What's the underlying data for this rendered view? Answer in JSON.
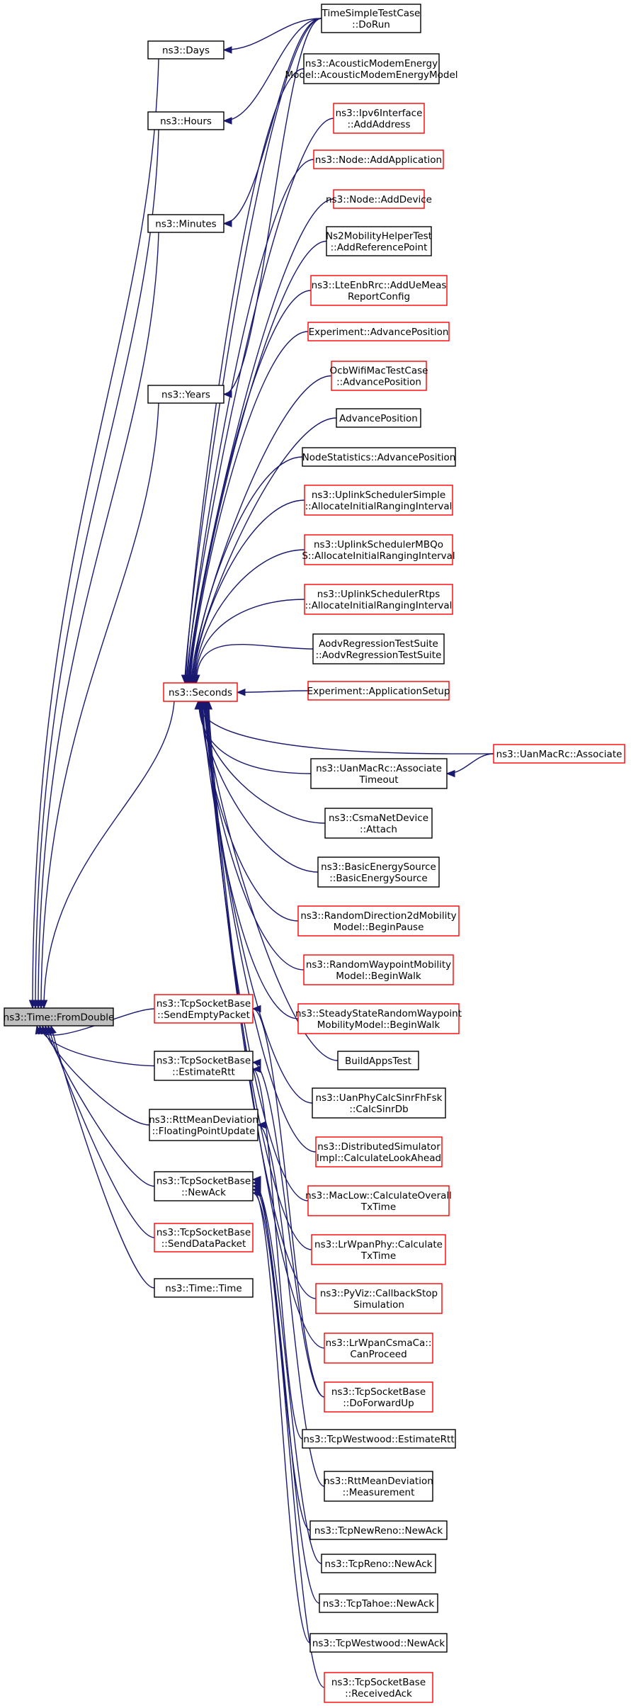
{
  "graph": {
    "edge_color": "#191970",
    "border_black": "#000000",
    "border_red": "#ff0000",
    "root_fill": "#bfbfbf",
    "nodes": [
      {
        "id": "fromdouble",
        "lines": [
          "ns3::Time::FromDouble"
        ],
        "border": "black",
        "root": true
      },
      {
        "id": "days",
        "lines": [
          "ns3::Days"
        ],
        "border": "black"
      },
      {
        "id": "hours",
        "lines": [
          "ns3::Hours"
        ],
        "border": "black"
      },
      {
        "id": "minutes",
        "lines": [
          "ns3::Minutes"
        ],
        "border": "black"
      },
      {
        "id": "years",
        "lines": [
          "ns3::Years"
        ],
        "border": "black"
      },
      {
        "id": "seconds",
        "lines": [
          "ns3::Seconds"
        ],
        "border": "red"
      },
      {
        "id": "sendempty",
        "lines": [
          "ns3::TcpSocketBase",
          "::SendEmptyPacket"
        ],
        "border": "red"
      },
      {
        "id": "estrtt",
        "lines": [
          "ns3::TcpSocketBase",
          "::EstimateRtt"
        ],
        "border": "black"
      },
      {
        "id": "rttfloat",
        "lines": [
          "ns3::RttMeanDeviation",
          "::FloatingPointUpdate"
        ],
        "border": "black"
      },
      {
        "id": "newack",
        "lines": [
          "ns3::TcpSocketBase",
          "::NewAck"
        ],
        "border": "black"
      },
      {
        "id": "senddata",
        "lines": [
          "ns3::TcpSocketBase",
          "::SendDataPacket"
        ],
        "border": "red"
      },
      {
        "id": "timetime",
        "lines": [
          "ns3::Time::Time"
        ],
        "border": "black"
      },
      {
        "id": "dorun",
        "lines": [
          "TimeSimpleTestCase",
          "::DoRun"
        ],
        "border": "black"
      },
      {
        "id": "acoustic",
        "lines": [
          "ns3::AcousticModemEnergy",
          "Model::AcousticModemEnergyModel"
        ],
        "border": "black"
      },
      {
        "id": "ipv6",
        "lines": [
          "ns3::Ipv6Interface",
          "::AddAddress"
        ],
        "border": "red"
      },
      {
        "id": "addapp",
        "lines": [
          "ns3::Node::AddApplication"
        ],
        "border": "red"
      },
      {
        "id": "adddev",
        "lines": [
          "ns3::Node::AddDevice"
        ],
        "border": "red"
      },
      {
        "id": "ns2mob",
        "lines": [
          "Ns2MobilityHelperTest",
          "::AddReferencePoint"
        ],
        "border": "black"
      },
      {
        "id": "lteenb",
        "lines": [
          "ns3::LteEnbRrc::AddUeMeas",
          "ReportConfig"
        ],
        "border": "red"
      },
      {
        "id": "expadv",
        "lines": [
          "Experiment::AdvancePosition"
        ],
        "border": "red"
      },
      {
        "id": "ocbwifi",
        "lines": [
          "OcbWifiMacTestCase",
          "::AdvancePosition"
        ],
        "border": "red"
      },
      {
        "id": "advpos",
        "lines": [
          "AdvancePosition"
        ],
        "border": "black"
      },
      {
        "id": "nodestat",
        "lines": [
          "NodeStatistics::AdvancePosition"
        ],
        "border": "black"
      },
      {
        "id": "uplsimple",
        "lines": [
          "ns3::UplinkSchedulerSimple",
          "::AllocateInitialRangingInterval"
        ],
        "border": "red"
      },
      {
        "id": "uplmbqos",
        "lines": [
          "ns3::UplinkSchedulerMBQo",
          "S::AllocateInitialRangingInterval"
        ],
        "border": "red"
      },
      {
        "id": "uplrtps",
        "lines": [
          "ns3::UplinkSchedulerRtps",
          "::AllocateInitialRangingInterval"
        ],
        "border": "red"
      },
      {
        "id": "aodv",
        "lines": [
          "AodvRegressionTestSuite",
          "::AodvRegressionTestSuite"
        ],
        "border": "black"
      },
      {
        "id": "expapp",
        "lines": [
          "Experiment::ApplicationSetup"
        ],
        "border": "red"
      },
      {
        "id": "uanassoc",
        "lines": [
          "ns3::UanMacRc::Associate"
        ],
        "border": "red"
      },
      {
        "id": "uanassoctimeout",
        "lines": [
          "ns3::UanMacRc::Associate",
          "Timeout"
        ],
        "border": "black"
      },
      {
        "id": "csma",
        "lines": [
          "ns3::CsmaNetDevice",
          "::Attach"
        ],
        "border": "black"
      },
      {
        "id": "basicenergy",
        "lines": [
          "ns3::BasicEnergySource",
          "::BasicEnergySource"
        ],
        "border": "black"
      },
      {
        "id": "randdir",
        "lines": [
          "ns3::RandomDirection2dMobility",
          "Model::BeginPause"
        ],
        "border": "red"
      },
      {
        "id": "randway",
        "lines": [
          "ns3::RandomWaypointMobility",
          "Model::BeginWalk"
        ],
        "border": "red"
      },
      {
        "id": "steady",
        "lines": [
          "ns3::SteadyStateRandomWaypoint",
          "MobilityModel::BeginWalk"
        ],
        "border": "red"
      },
      {
        "id": "buildapps",
        "lines": [
          "BuildAppsTest"
        ],
        "border": "black"
      },
      {
        "id": "uanphy",
        "lines": [
          "ns3::UanPhyCalcSinrFhFsk",
          "::CalcSinrDb"
        ],
        "border": "black"
      },
      {
        "id": "distsim",
        "lines": [
          "ns3::DistributedSimulator",
          "Impl::CalculateLookAhead"
        ],
        "border": "red"
      },
      {
        "id": "maclow",
        "lines": [
          "ns3::MacLow::CalculateOverall",
          "TxTime"
        ],
        "border": "red"
      },
      {
        "id": "lrwpanphy",
        "lines": [
          "ns3::LrWpanPhy::Calculate",
          "TxTime"
        ],
        "border": "red"
      },
      {
        "id": "pyviz",
        "lines": [
          "ns3::PyViz::CallbackStop",
          "Simulation"
        ],
        "border": "red"
      },
      {
        "id": "lrwpancsma",
        "lines": [
          "ns3::LrWpanCsmaCa::",
          "CanProceed"
        ],
        "border": "red"
      },
      {
        "id": "doforward",
        "lines": [
          "ns3::TcpSocketBase",
          "::DoForwardUp"
        ],
        "border": "red"
      },
      {
        "id": "westest",
        "lines": [
          "ns3::TcpWestwood::EstimateRtt"
        ],
        "border": "black"
      },
      {
        "id": "rttmeas",
        "lines": [
          "ns3::RttMeanDeviation",
          "::Measurement"
        ],
        "border": "black"
      },
      {
        "id": "newreno",
        "lines": [
          "ns3::TcpNewReno::NewAck"
        ],
        "border": "black"
      },
      {
        "id": "reno",
        "lines": [
          "ns3::TcpReno::NewAck"
        ],
        "border": "black"
      },
      {
        "id": "tahoe",
        "lines": [
          "ns3::TcpTahoe::NewAck"
        ],
        "border": "black"
      },
      {
        "id": "westnewack",
        "lines": [
          "ns3::TcpWestwood::NewAck"
        ],
        "border": "black"
      },
      {
        "id": "recvack",
        "lines": [
          "ns3::TcpSocketBase",
          "::ReceivedAck"
        ],
        "border": "red"
      }
    ],
    "edges": [
      [
        "days",
        "fromdouble"
      ],
      [
        "hours",
        "fromdouble"
      ],
      [
        "minutes",
        "fromdouble"
      ],
      [
        "years",
        "fromdouble"
      ],
      [
        "seconds",
        "fromdouble"
      ],
      [
        "sendempty",
        "fromdouble"
      ],
      [
        "estrtt",
        "fromdouble"
      ],
      [
        "rttfloat",
        "fromdouble"
      ],
      [
        "newack",
        "fromdouble"
      ],
      [
        "senddata",
        "fromdouble"
      ],
      [
        "timetime",
        "fromdouble"
      ],
      [
        "dorun",
        "days"
      ],
      [
        "dorun",
        "hours"
      ],
      [
        "dorun",
        "minutes"
      ],
      [
        "dorun",
        "years"
      ],
      [
        "dorun",
        "seconds"
      ],
      [
        "acoustic",
        "seconds"
      ],
      [
        "ipv6",
        "seconds"
      ],
      [
        "addapp",
        "seconds"
      ],
      [
        "adddev",
        "seconds"
      ],
      [
        "ns2mob",
        "seconds"
      ],
      [
        "lteenb",
        "seconds"
      ],
      [
        "expadv",
        "seconds"
      ],
      [
        "ocbwifi",
        "seconds"
      ],
      [
        "advpos",
        "seconds"
      ],
      [
        "nodestat",
        "seconds"
      ],
      [
        "uplsimple",
        "seconds"
      ],
      [
        "uplmbqos",
        "seconds"
      ],
      [
        "uplrtps",
        "seconds"
      ],
      [
        "aodv",
        "seconds"
      ],
      [
        "expapp",
        "seconds"
      ],
      [
        "uanassoc",
        "seconds"
      ],
      [
        "uanassoctimeout",
        "seconds"
      ],
      [
        "csma",
        "seconds"
      ],
      [
        "basicenergy",
        "seconds"
      ],
      [
        "randdir",
        "seconds"
      ],
      [
        "randway",
        "seconds"
      ],
      [
        "steady",
        "seconds"
      ],
      [
        "buildapps",
        "seconds"
      ],
      [
        "uanphy",
        "seconds"
      ],
      [
        "distsim",
        "seconds"
      ],
      [
        "maclow",
        "seconds"
      ],
      [
        "lrwpanphy",
        "seconds"
      ],
      [
        "pyviz",
        "seconds"
      ],
      [
        "lrwpancsma",
        "seconds"
      ],
      [
        "uanassoc",
        "uanassoctimeout"
      ],
      [
        "doforward",
        "sendempty"
      ],
      [
        "doforward",
        "estrtt"
      ],
      [
        "westest",
        "estrtt"
      ],
      [
        "rttmeas",
        "rttfloat"
      ],
      [
        "newreno",
        "newack"
      ],
      [
        "reno",
        "newack"
      ],
      [
        "tahoe",
        "newack"
      ],
      [
        "westnewack",
        "newack"
      ],
      [
        "recvack",
        "newack"
      ]
    ]
  }
}
